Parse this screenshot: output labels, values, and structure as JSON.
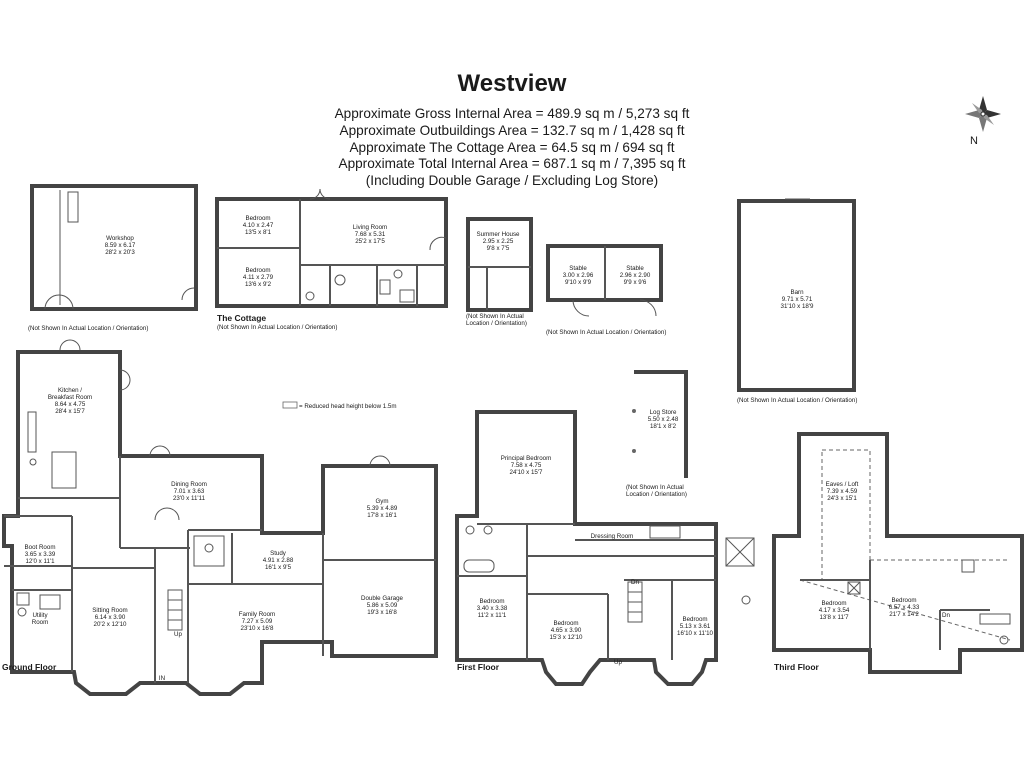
{
  "title": "Westview",
  "areas": [
    "Approximate Gross Internal Area = 489.9 sq m / 5,273 sq ft",
    "Approximate Outbuildings Area = 132.7 sq m / 1,428 sq ft",
    "Approximate The Cottage Area = 64.5 sq m / 694 sq ft",
    "Approximate Total Internal Area = 687.1 sq m / 7,395 sq ft",
    "(Including Double Garage / Excluding Log Store)"
  ],
  "compass": "N",
  "legend_note": "= Reduced head height below 1.5m",
  "not_shown_note": "(Not Shown In Actual Location / Orientation)",
  "cottage_label": "The Cottage",
  "floors": {
    "ground": "Ground Floor",
    "first": "First Floor",
    "third": "Third Floor"
  },
  "rooms": {
    "workshop": {
      "name": "Workshop",
      "m": "8.59 x 6.17",
      "ft": "28'2 x 20'3"
    },
    "cottage_bedroom1": {
      "name": "Bedroom",
      "m": "4.10 x 2.47",
      "ft": "13'5 x 8'1"
    },
    "cottage_bedroom2": {
      "name": "Bedroom",
      "m": "4.11 x 2.79",
      "ft": "13'6 x 9'2"
    },
    "cottage_living": {
      "name": "Living Room",
      "m": "7.68 x 5.31",
      "ft": "25'2 x 17'5"
    },
    "summer_house": {
      "name": "Summer House",
      "m": "2.95 x 2.25",
      "ft": "9'8 x 7'5"
    },
    "stable1": {
      "name": "Stable",
      "m": "3.00 x 2.96",
      "ft": "9'10 x 9'9"
    },
    "stable2": {
      "name": "Stable",
      "m": "2.96 x 2.90",
      "ft": "9'9 x 9'6"
    },
    "barn": {
      "name": "Barn",
      "m": "9.71 x 5.71",
      "ft": "31'10 x 18'9"
    },
    "log_store": {
      "name": "Log Store",
      "m": "5.50 x 2.48",
      "ft": "18'1 x 8'2"
    },
    "kitchen": {
      "name": "Kitchen /",
      "name2": "Breakfast Room",
      "m": "8.64 x 4.75",
      "ft": "28'4 x 15'7"
    },
    "dining": {
      "name": "Dining Room",
      "m": "7.01 x 3.63",
      "ft": "23'0 x 11'11"
    },
    "gym": {
      "name": "Gym",
      "m": "5.39 x 4.89",
      "ft": "17'8 x 16'1"
    },
    "boot": {
      "name": "Boot Room",
      "m": "3.65 x 3.39",
      "ft": "12'0 x 11'1"
    },
    "utility": {
      "name": "Utility",
      "name2": "Room"
    },
    "study": {
      "name": "Study",
      "m": "4.91 x 2.88",
      "ft": "16'1 x 9'5"
    },
    "double_garage": {
      "name": "Double Garage",
      "m": "5.86 x 5.09",
      "ft": "19'3 x 16'8"
    },
    "sitting": {
      "name": "Sitting Room",
      "m": "6.14 x 3.90",
      "ft": "20'2 x 12'10"
    },
    "family": {
      "name": "Family Room",
      "m": "7.27 x 5.09",
      "ft": "23'10 x 16'8"
    },
    "principal": {
      "name": "Principal Bedroom",
      "m": "7.58 x 4.75",
      "ft": "24'10 x 15'7"
    },
    "dressing": {
      "name": "Dressing Room"
    },
    "ff_bed2": {
      "name": "Bedroom",
      "m": "3.40 x 3.38",
      "ft": "11'2 x 11'1"
    },
    "ff_bed3": {
      "name": "Bedroom",
      "m": "4.65 x 3.90",
      "ft": "15'3 x 12'10"
    },
    "ff_bed4": {
      "name": "Bedroom",
      "m": "5.13 x 3.61",
      "ft": "16'10 x 11'10"
    },
    "eaves": {
      "name": "Eaves / Loft",
      "m": "7.39 x 4.59",
      "ft": "24'3 x 15'1"
    },
    "tf_bed1": {
      "name": "Bedroom",
      "m": "4.17 x 3.54",
      "ft": "13'8 x 11'7"
    },
    "tf_bed2": {
      "name": "Bedroom",
      "m": "6.57 x 4.33",
      "ft": "21'7 x 14'2"
    }
  },
  "stair_labels": {
    "up": "Up",
    "dn": "Dn",
    "in": "IN"
  }
}
